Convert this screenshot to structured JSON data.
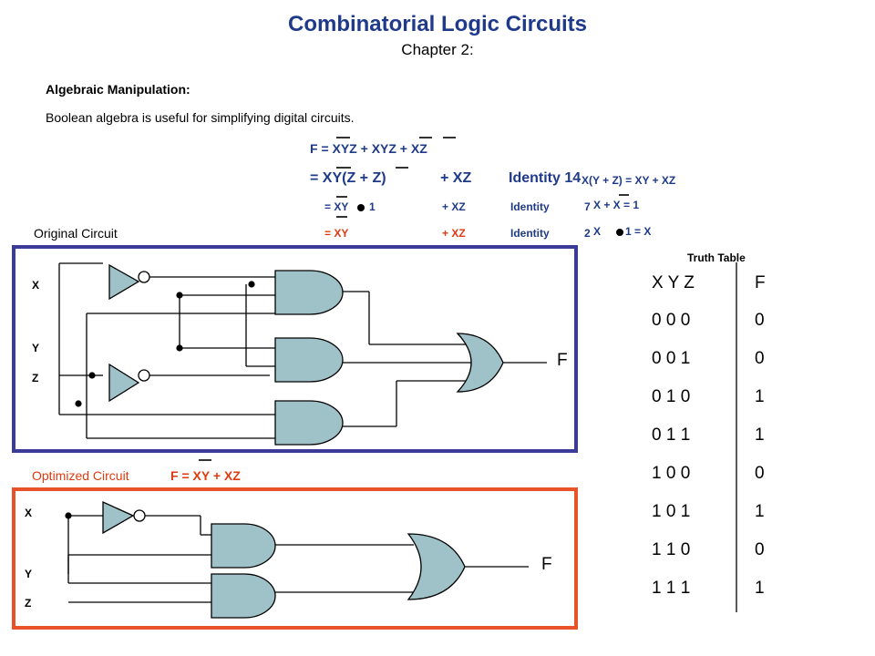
{
  "title": "Combinatorial Logic Circuits",
  "subtitle": "Chapter 2:",
  "section_heading": "Algebraic Manipulation:",
  "intro": "Boolean algebra is useful for simplifying digital circuits.",
  "equations": {
    "line1": "F = XYZ  + XYZ  + XZ",
    "line2_left": "= XY(Z + Z)",
    "line2_mid": "+ XZ",
    "line2_identity": "Identity 14",
    "line2_rule": "X(Y + Z)  =  XY  +  XZ",
    "line3_left": "= XY",
    "line3_one": "1",
    "line3_mid": "+ XZ",
    "line3_identity": "Identity",
    "line3_num": "7",
    "line3_rule": "X + X = 1",
    "line4_left": "= XY",
    "line4_mid": "+ XZ",
    "line4_identity": "Identity",
    "line4_num": "2",
    "line4_rule_x": "X",
    "line4_rule_rest": "1 = X"
  },
  "original_circuit": {
    "label": "Original Circuit",
    "inputs": [
      "X",
      "Y",
      "Z"
    ],
    "output": "F",
    "border_color": "#3b3b9a"
  },
  "optimized_circuit": {
    "label": "Optimized Circuit",
    "expression": "F = XY  + XZ",
    "inputs": [
      "X",
      "Y",
      "Z"
    ],
    "output": "F",
    "border_color": "#e8532a"
  },
  "truth_table": {
    "title": "Truth Table",
    "header_inputs": "X  Y  Z",
    "header_output": "F",
    "rows": [
      {
        "inputs": "0  0  0",
        "output": "0"
      },
      {
        "inputs": "0  0  1",
        "output": "0"
      },
      {
        "inputs": "0  1   0",
        "output": "1"
      },
      {
        "inputs": "0  1   1",
        "output": "1"
      },
      {
        "inputs": "1   0  0",
        "output": "0"
      },
      {
        "inputs": "1   0  1",
        "output": "1"
      },
      {
        "inputs": "1   1  0",
        "output": "0"
      },
      {
        "inputs": "1    1  1",
        "output": "1"
      }
    ]
  },
  "colors": {
    "title": "#1f3a8a",
    "gate_fill": "#9fc2c8",
    "red_text": "#e03b10"
  }
}
